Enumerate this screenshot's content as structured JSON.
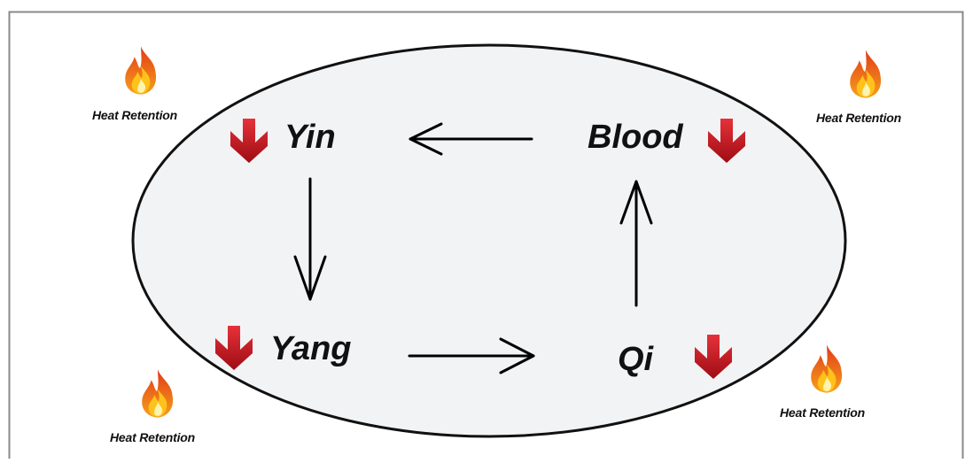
{
  "diagram": {
    "nodes": {
      "yin": "Yin",
      "blood": "Blood",
      "yang": "Yang",
      "qi": "Qi"
    },
    "heat": [
      {
        "label": "Heat Retention"
      },
      {
        "label": "Heat Retention"
      },
      {
        "label": "Heat Retention"
      },
      {
        "label": "Heat Retention"
      }
    ],
    "colors": {
      "background": "#ffffff",
      "ellipse_fill": "#f2f3f5",
      "ellipse_stroke": "#111111",
      "frame": "#888888",
      "cycle_arrow": "#000000",
      "down_arrow": "#c8141e",
      "flame_outer": "#e8451c",
      "flame_inner": "#ffc21a"
    },
    "icons": [
      "flame-icon",
      "down-arrow-icon",
      "cycle-arrow"
    ]
  }
}
